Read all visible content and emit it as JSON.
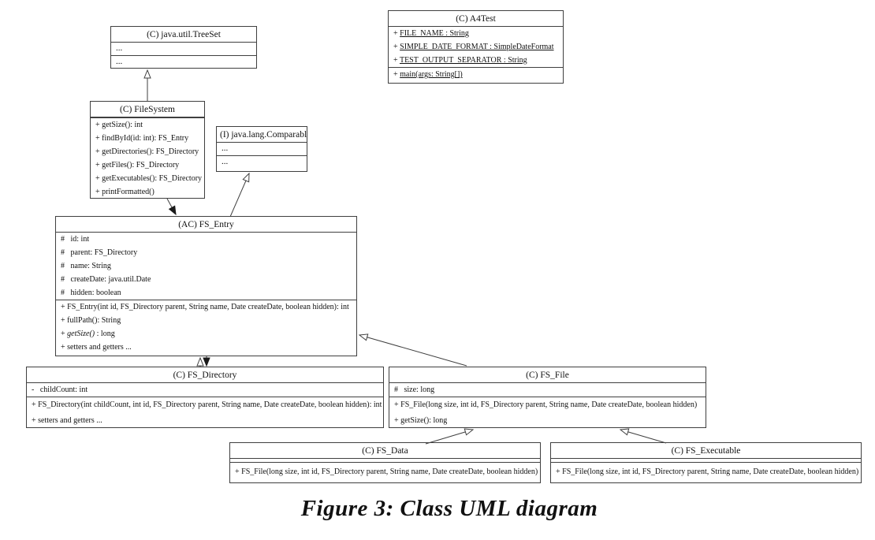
{
  "caption": "Figure 3: Class UML diagram",
  "colors": {
    "line": "#3f3f3f",
    "text": "#111111",
    "background": "#ffffff"
  },
  "classes": {
    "treeset": {
      "title": "(C) java.util.TreeSet",
      "attributes": [
        "..."
      ],
      "methods": [
        "..."
      ]
    },
    "a4test": {
      "title": "(C) A4Test",
      "attributes": [
        {
          "prefix": "+ ",
          "label": "FILE_NAME : String"
        },
        {
          "prefix": "+ ",
          "label": "SIMPLE_DATE_FORMAT : SimpleDateFormat"
        },
        {
          "prefix": "+ ",
          "label": "TEST_OUTPUT_SEPARATOR : String"
        }
      ],
      "methods": [
        {
          "prefix": "+ ",
          "label": "main(args: String[])"
        }
      ]
    },
    "filesystem": {
      "title": "(C) FileSystem",
      "methods": [
        "+ getSize(): int",
        "+ findById(id: int): FS_Entry",
        "+ getDirectories(): FS_Directory",
        "+ getFiles(): FS_Directory",
        "+ getExecutables(): FS_Directory",
        "+ printFormatted()"
      ]
    },
    "comparable": {
      "title": "(I) java.lang.Comparable",
      "attributes": [
        "..."
      ],
      "methods": [
        "..."
      ]
    },
    "fs_entry": {
      "title": "(AC) FS_Entry",
      "attributes": [
        "#   id: int",
        "#   parent: FS_Directory",
        "#   name: String",
        "#   createDate: java.util.Date",
        "#   hidden: boolean"
      ],
      "methods": [
        {
          "text": "+ FS_Entry(int id, FS_Directory parent, String name, Date createDate, boolean hidden): int"
        },
        {
          "text": "+ fullPath(): String"
        },
        {
          "prefix": "+ ",
          "name": "getSize()",
          "suffix": " : long"
        },
        {
          "text": "+ setters and getters ..."
        }
      ]
    },
    "fs_directory": {
      "title": "(C) FS_Directory",
      "attributes": [
        "-   childCount: int"
      ],
      "methods": [
        "+ FS_Directory(int childCount, int id, FS_Directory parent, String name, Date createDate, boolean hidden): int",
        "+ setters and getters ..."
      ]
    },
    "fs_file": {
      "title": "(C) FS_File",
      "attributes": [
        "#   size: long"
      ],
      "methods": [
        "+ FS_File(long size, int id, FS_Directory parent, String name, Date createDate, boolean hidden)",
        "+ getSize(): long"
      ]
    },
    "fs_data": {
      "title": "(C) FS_Data",
      "methods": [
        "+ FS_File(long size, int id, FS_Directory parent, String name, Date createDate, boolean hidden)"
      ]
    },
    "fs_executable": {
      "title": "(C) FS_Executable",
      "methods": [
        "+ FS_File(long size, int id, FS_Directory parent, String name, Date createDate, boolean hidden)"
      ]
    }
  },
  "relationships": [
    {
      "from": "FileSystem",
      "to": "java.util.TreeSet",
      "type": "generalization"
    },
    {
      "from": "FileSystem",
      "to": "FS_Entry",
      "type": "directed-association"
    },
    {
      "from": "FS_Entry",
      "to": "java.lang.Comparable",
      "type": "generalization"
    },
    {
      "from": "FS_Directory",
      "to": "FS_Entry",
      "type": "generalization"
    },
    {
      "from": "FS_Entry",
      "to": "FS_Directory",
      "type": "directed-association"
    },
    {
      "from": "FS_File",
      "to": "FS_Entry",
      "type": "generalization"
    },
    {
      "from": "FS_Data",
      "to": "FS_File",
      "type": "generalization"
    },
    {
      "from": "FS_Executable",
      "to": "FS_File",
      "type": "generalization"
    }
  ]
}
